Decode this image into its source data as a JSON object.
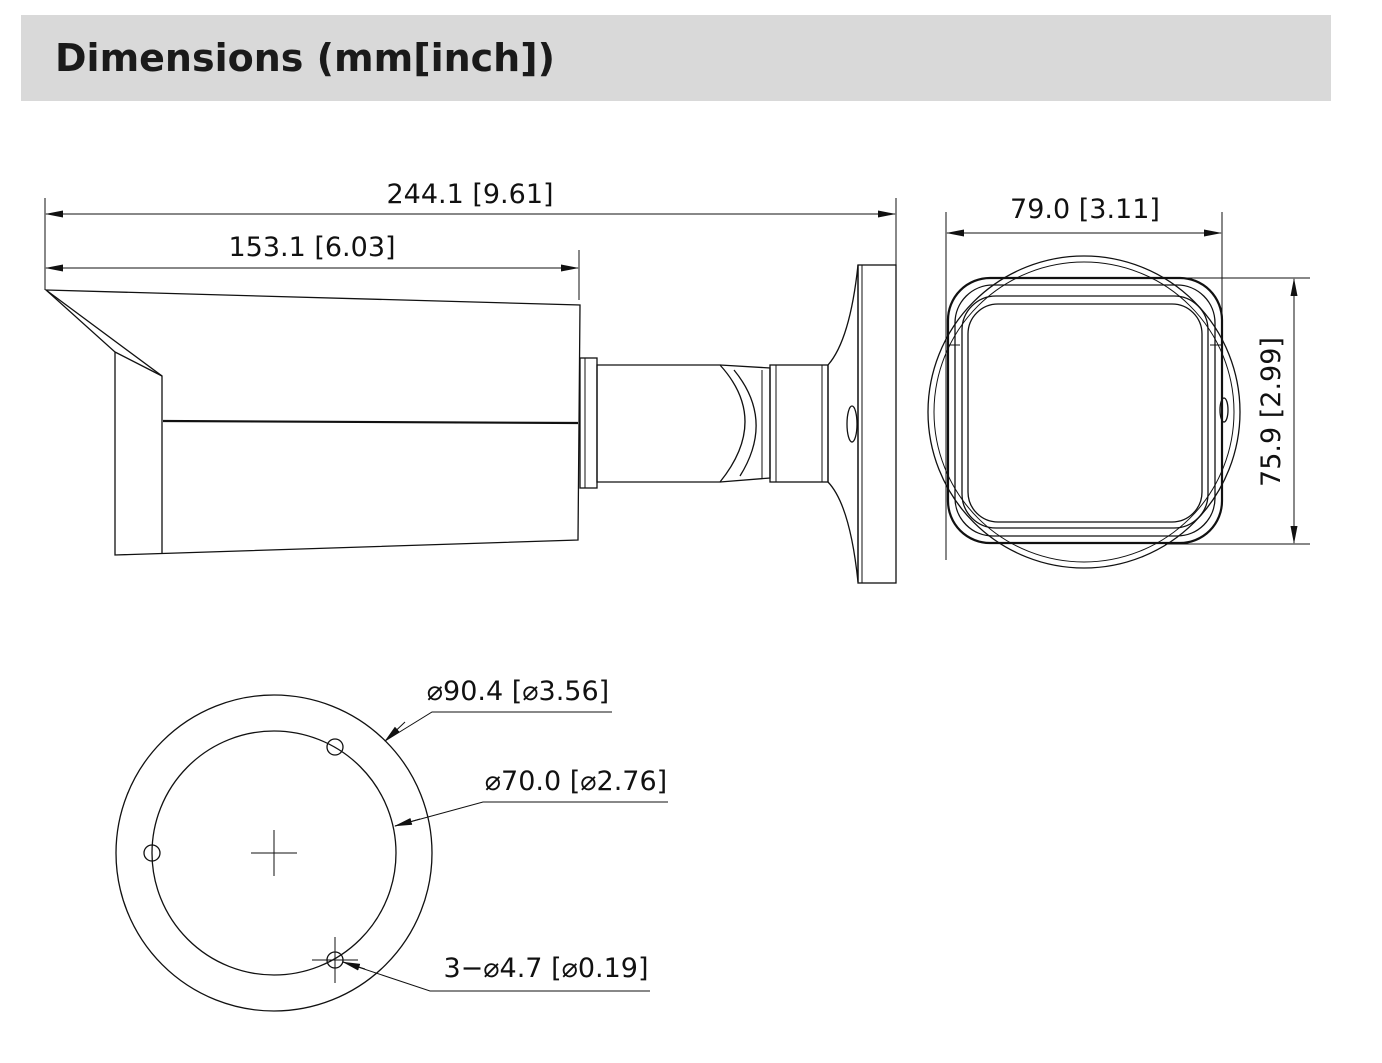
{
  "header": {
    "title": "Dimensions (mm[inch])"
  },
  "dimensions": {
    "overall_length": "244.1  [9.61]",
    "housing_length": "153.1  [6.03]",
    "front_width": "79.0  [3.11]",
    "front_height": "75.9  [2.99]",
    "base_outer_diameter": "⌀90.4  [⌀3.56]",
    "base_inner_diameter": "⌀70.0  [⌀2.76]",
    "mounting_holes": "3−⌀4.7  [⌀0.19]"
  },
  "colors": {
    "header_background": "#d9d9d9",
    "line": "#111111",
    "background": "#ffffff"
  }
}
